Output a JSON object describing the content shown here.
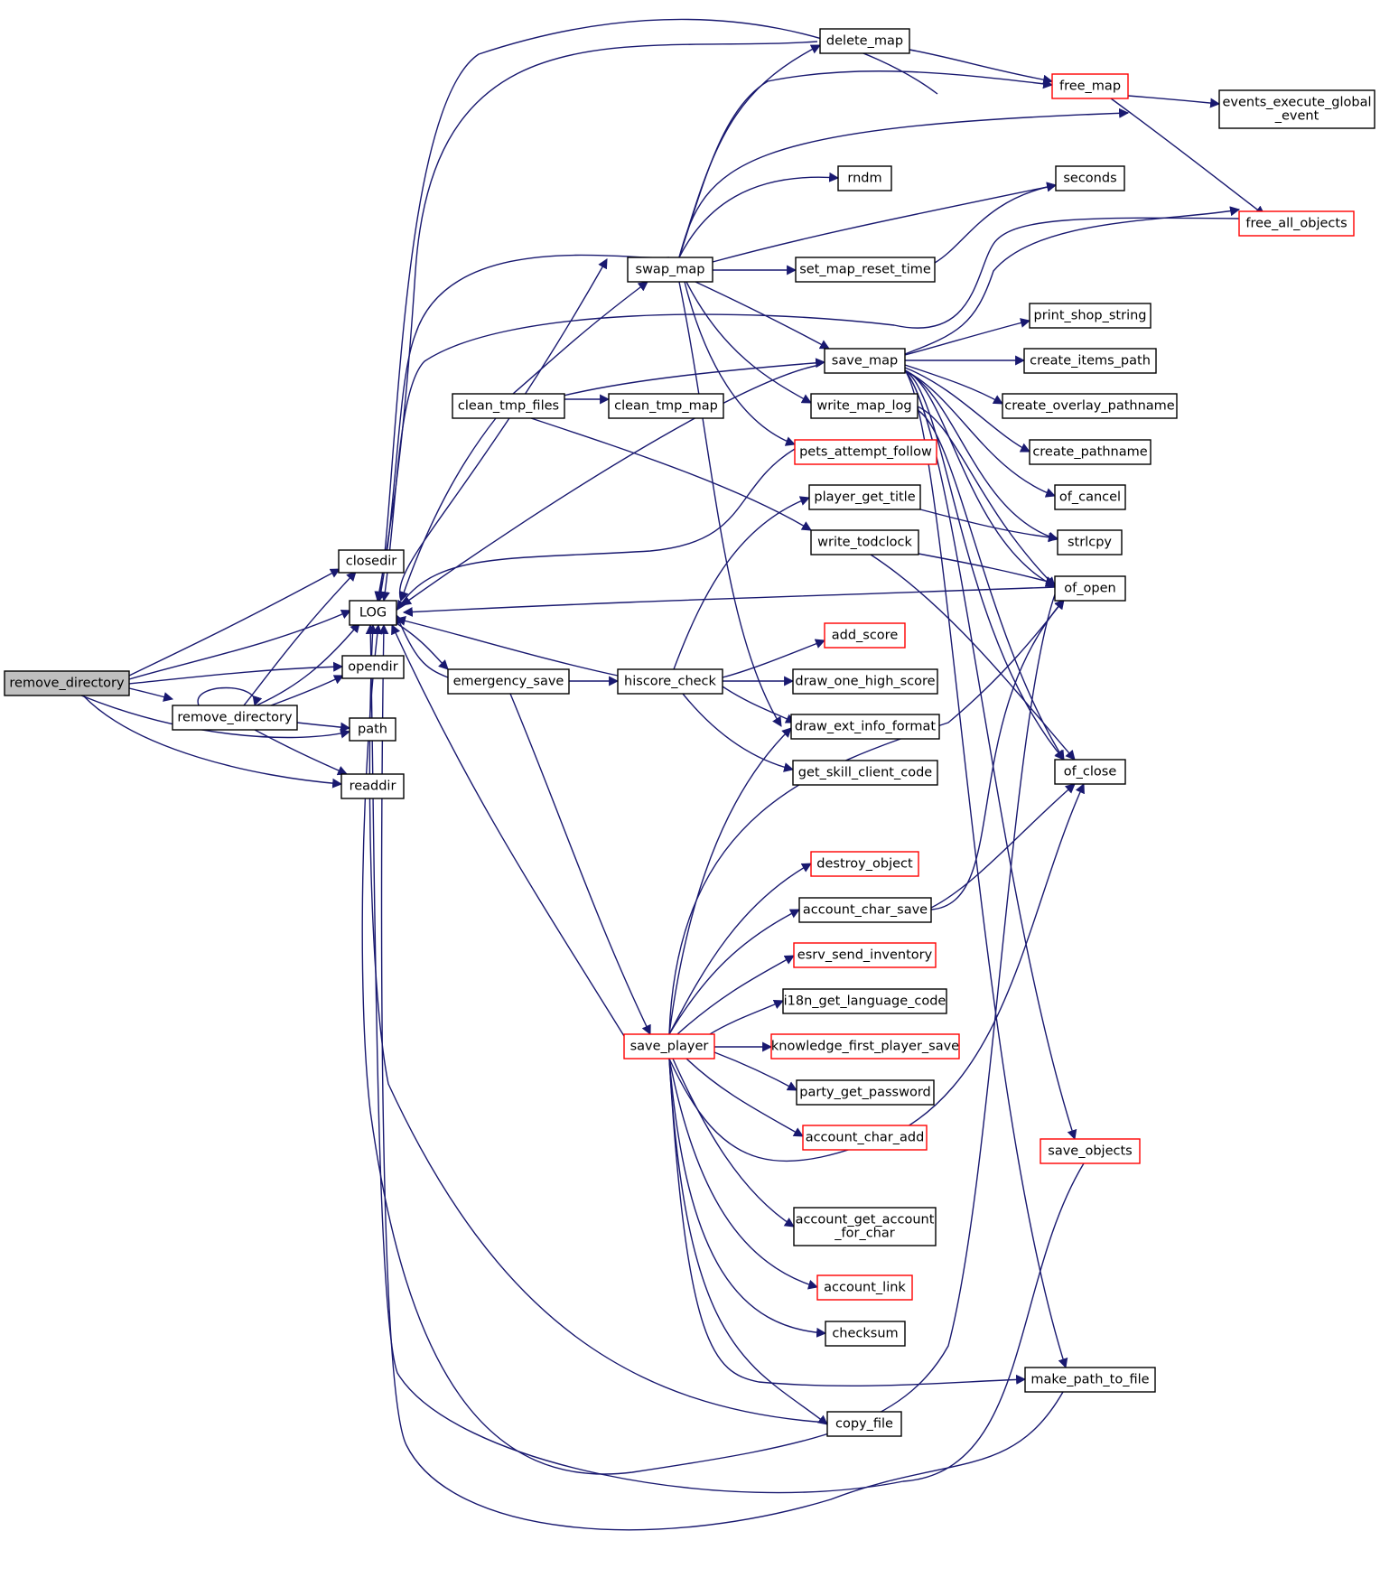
{
  "graph": {
    "nodes": [
      {
        "id": "remove_directory_root",
        "lines": [
          "remove_directory"
        ],
        "kind": "root"
      },
      {
        "id": "closedir",
        "lines": [
          "closedir"
        ],
        "kind": "normal"
      },
      {
        "id": "LOG",
        "lines": [
          "LOG"
        ],
        "kind": "normal"
      },
      {
        "id": "opendir",
        "lines": [
          "opendir"
        ],
        "kind": "normal"
      },
      {
        "id": "remove_directory",
        "lines": [
          "remove_directory"
        ],
        "kind": "normal"
      },
      {
        "id": "path",
        "lines": [
          "path"
        ],
        "kind": "normal"
      },
      {
        "id": "readdir",
        "lines": [
          "readdir"
        ],
        "kind": "normal"
      },
      {
        "id": "clean_tmp_files",
        "lines": [
          "clean_tmp_files"
        ],
        "kind": "normal"
      },
      {
        "id": "emergency_save",
        "lines": [
          "emergency_save"
        ],
        "kind": "normal"
      },
      {
        "id": "swap_map",
        "lines": [
          "swap_map"
        ],
        "kind": "normal"
      },
      {
        "id": "clean_tmp_map",
        "lines": [
          "clean_tmp_map"
        ],
        "kind": "normal"
      },
      {
        "id": "hiscore_check",
        "lines": [
          "hiscore_check"
        ],
        "kind": "normal"
      },
      {
        "id": "save_player",
        "lines": [
          "save_player"
        ],
        "kind": "red"
      },
      {
        "id": "delete_map",
        "lines": [
          "delete_map"
        ],
        "kind": "normal"
      },
      {
        "id": "rndm",
        "lines": [
          "rndm"
        ],
        "kind": "normal"
      },
      {
        "id": "set_map_reset_time",
        "lines": [
          "set_map_reset_time"
        ],
        "kind": "normal"
      },
      {
        "id": "save_map",
        "lines": [
          "save_map"
        ],
        "kind": "normal"
      },
      {
        "id": "write_map_log",
        "lines": [
          "write_map_log"
        ],
        "kind": "normal"
      },
      {
        "id": "pets_attempt_follow",
        "lines": [
          "pets_attempt_follow"
        ],
        "kind": "red"
      },
      {
        "id": "player_get_title",
        "lines": [
          "player_get_title"
        ],
        "kind": "normal"
      },
      {
        "id": "write_todclock",
        "lines": [
          "write_todclock"
        ],
        "kind": "normal"
      },
      {
        "id": "add_score",
        "lines": [
          "add_score"
        ],
        "kind": "red"
      },
      {
        "id": "draw_one_high_score",
        "lines": [
          "draw_one_high_score"
        ],
        "kind": "normal"
      },
      {
        "id": "draw_ext_info_format",
        "lines": [
          "draw_ext_info_format"
        ],
        "kind": "normal"
      },
      {
        "id": "get_skill_client_code",
        "lines": [
          "get_skill_client_code"
        ],
        "kind": "normal"
      },
      {
        "id": "destroy_object",
        "lines": [
          "destroy_object"
        ],
        "kind": "red"
      },
      {
        "id": "account_char_save",
        "lines": [
          "account_char_save"
        ],
        "kind": "normal"
      },
      {
        "id": "esrv_send_inventory",
        "lines": [
          "esrv_send_inventory"
        ],
        "kind": "red"
      },
      {
        "id": "i18n_get_language_code",
        "lines": [
          "i18n_get_language_code"
        ],
        "kind": "normal"
      },
      {
        "id": "knowledge_first_player_save",
        "lines": [
          "knowledge_first_player_save"
        ],
        "kind": "red"
      },
      {
        "id": "party_get_password",
        "lines": [
          "party_get_password"
        ],
        "kind": "normal"
      },
      {
        "id": "account_char_add",
        "lines": [
          "account_char_add"
        ],
        "kind": "red"
      },
      {
        "id": "account_get_account_for_char",
        "lines": [
          "account_get_account",
          "_for_char"
        ],
        "kind": "normal"
      },
      {
        "id": "account_link",
        "lines": [
          "account_link"
        ],
        "kind": "red"
      },
      {
        "id": "checksum",
        "lines": [
          "checksum"
        ],
        "kind": "normal"
      },
      {
        "id": "copy_file",
        "lines": [
          "copy_file"
        ],
        "kind": "normal"
      },
      {
        "id": "free_map",
        "lines": [
          "free_map"
        ],
        "kind": "red"
      },
      {
        "id": "seconds",
        "lines": [
          "seconds"
        ],
        "kind": "normal"
      },
      {
        "id": "print_shop_string",
        "lines": [
          "print_shop_string"
        ],
        "kind": "normal"
      },
      {
        "id": "create_items_path",
        "lines": [
          "create_items_path"
        ],
        "kind": "normal"
      },
      {
        "id": "create_overlay_pathname",
        "lines": [
          "create_overlay_pathname"
        ],
        "kind": "normal"
      },
      {
        "id": "create_pathname",
        "lines": [
          "create_pathname"
        ],
        "kind": "normal"
      },
      {
        "id": "of_cancel",
        "lines": [
          "of_cancel"
        ],
        "kind": "normal"
      },
      {
        "id": "strlcpy",
        "lines": [
          "strlcpy"
        ],
        "kind": "normal"
      },
      {
        "id": "of_open",
        "lines": [
          "of_open"
        ],
        "kind": "normal"
      },
      {
        "id": "of_close",
        "lines": [
          "of_close"
        ],
        "kind": "normal"
      },
      {
        "id": "save_objects",
        "lines": [
          "save_objects"
        ],
        "kind": "red"
      },
      {
        "id": "make_path_to_file",
        "lines": [
          "make_path_to_file"
        ],
        "kind": "normal"
      },
      {
        "id": "events_execute_global_event",
        "lines": [
          "events_execute_global",
          "_event"
        ],
        "kind": "normal"
      },
      {
        "id": "free_all_objects",
        "lines": [
          "free_all_objects"
        ],
        "kind": "red"
      }
    ],
    "colors": {
      "edge": "#191970",
      "node_border": "#000000",
      "node_border_incomplete": "#ff0000",
      "root_fill": "#bfbfbf",
      "node_fill": "#ffffff"
    }
  }
}
